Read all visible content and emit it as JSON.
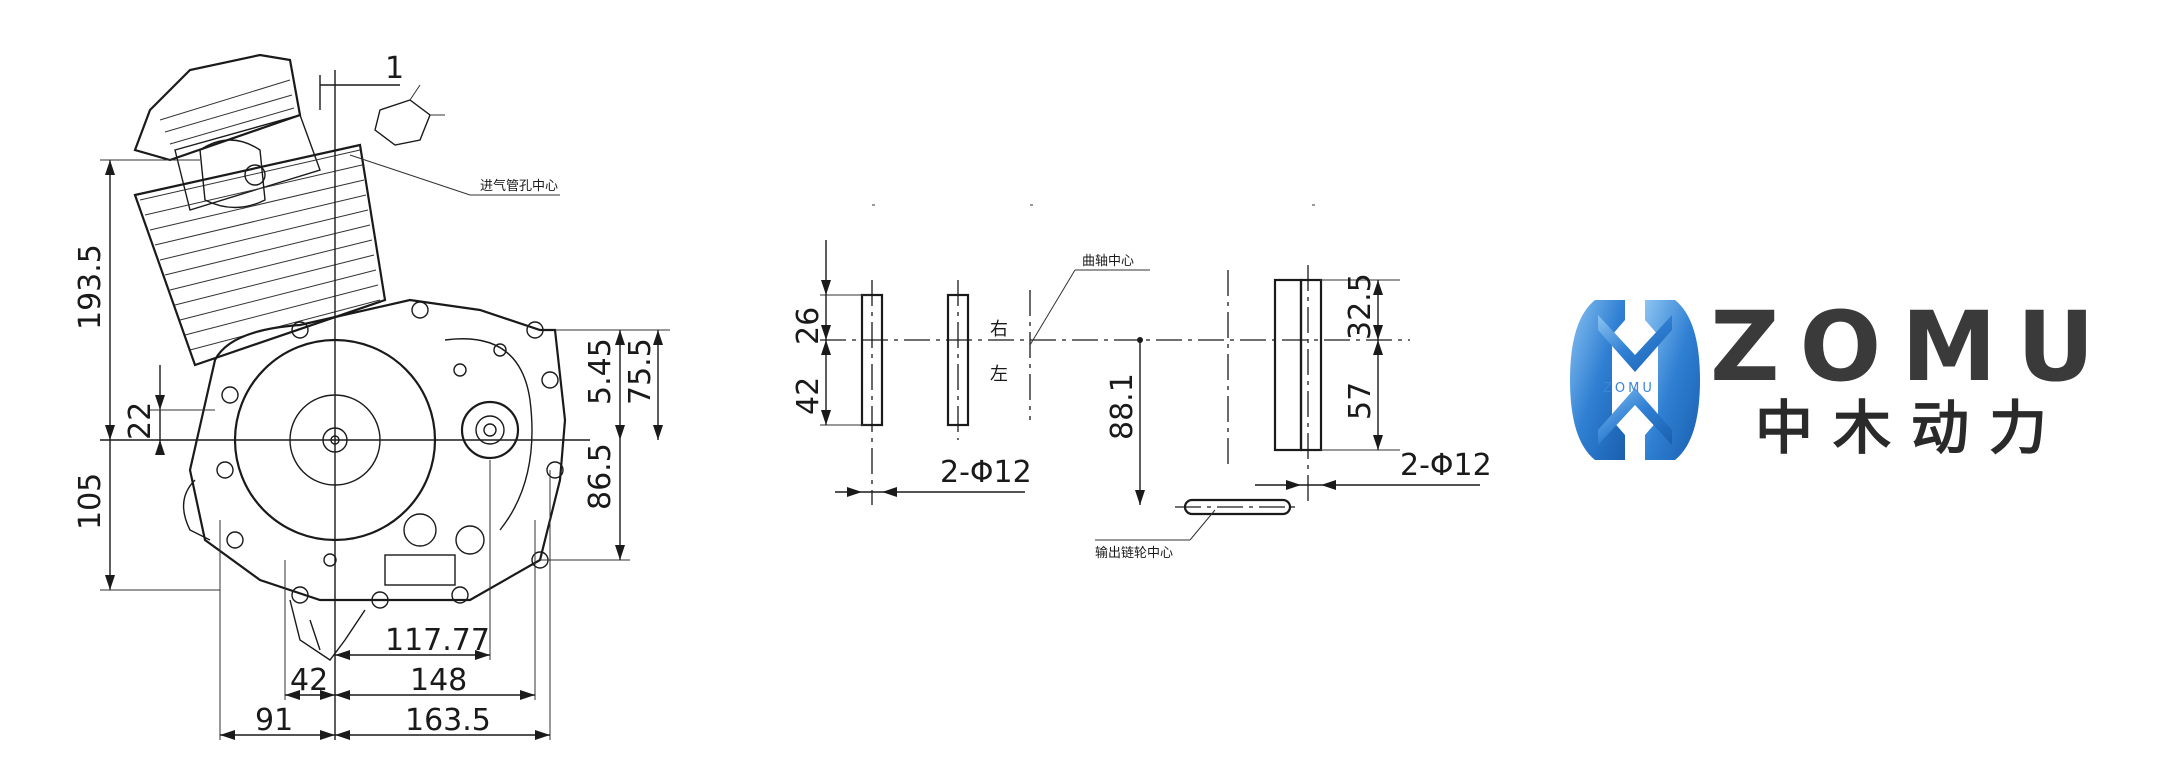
{
  "engine_view": {
    "dims": {
      "d1": "1",
      "d193_5": "193.5",
      "d22": "22",
      "d105": "105",
      "d5_45": "5.45",
      "d75_5": "75.5",
      "d86_5": "86.5",
      "d117_77": "117.77",
      "d42": "42",
      "d148": "148",
      "d91": "91",
      "d163_5": "163.5"
    },
    "intake_label": "进气管孔中心"
  },
  "mount_view": {
    "dims": {
      "d26": "26",
      "d42": "42",
      "hole_left": "2-Φ12",
      "d88_1": "88.1",
      "d32_5": "32.5",
      "d57": "57",
      "hole_right": "2-Φ12"
    },
    "crank_label": "曲轴中心",
    "sprocket_label": "输出链轮中心",
    "right_side": "右",
    "left_side": "左"
  },
  "brand": {
    "name_en": "ZOMU",
    "name_zh": "中木动力",
    "emblem_text": "ZOMU",
    "colors": {
      "emblem": "#2f7fd3",
      "emblem_light": "#8cc4f2",
      "text": "#3a3a3a"
    }
  }
}
